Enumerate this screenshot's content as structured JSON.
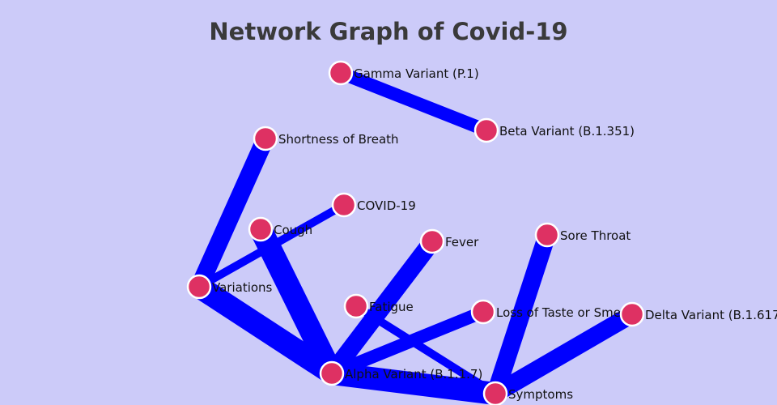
{
  "title": "Network Graph of Covid-19",
  "colors": {
    "background": "#cccbf9",
    "edge": "#0000ff",
    "node": "#de3163",
    "node_outline": "#ffffff"
  },
  "graph": {
    "nodes": [
      {
        "id": "gamma",
        "label": "Gamma Variant (P.1)"
      },
      {
        "id": "beta",
        "label": "Beta Variant (B.1.351)"
      },
      {
        "id": "sob",
        "label": "Shortness of Breath"
      },
      {
        "id": "covid",
        "label": "COVID-19"
      },
      {
        "id": "cough",
        "label": "Cough"
      },
      {
        "id": "fever",
        "label": "Fever"
      },
      {
        "id": "sore",
        "label": "Sore Throat"
      },
      {
        "id": "variations",
        "label": "Variations"
      },
      {
        "id": "fatigue",
        "label": "Fatigue"
      },
      {
        "id": "loss",
        "label": "Loss of Taste or Sme"
      },
      {
        "id": "delta",
        "label": "Delta Variant (B.1.617."
      },
      {
        "id": "alpha",
        "label": "Alpha Variant (B.1.1.7)"
      },
      {
        "id": "symptoms",
        "label": "Symptoms"
      }
    ],
    "edges": [
      {
        "source": "gamma",
        "target": "beta",
        "weight": 3
      },
      {
        "source": "sob",
        "target": "variations",
        "weight": 4
      },
      {
        "source": "covid",
        "target": "variations",
        "weight": 2
      },
      {
        "source": "cough",
        "target": "alpha",
        "weight": 5
      },
      {
        "source": "fever",
        "target": "alpha",
        "weight": 4
      },
      {
        "source": "variations",
        "target": "alpha",
        "weight": 5
      },
      {
        "source": "loss",
        "target": "alpha",
        "weight": 3
      },
      {
        "source": "fatigue",
        "target": "symptoms",
        "weight": 2
      },
      {
        "source": "sore",
        "target": "symptoms",
        "weight": 4
      },
      {
        "source": "delta",
        "target": "symptoms",
        "weight": 4
      },
      {
        "source": "alpha",
        "target": "symptoms",
        "weight": 5
      }
    ]
  }
}
